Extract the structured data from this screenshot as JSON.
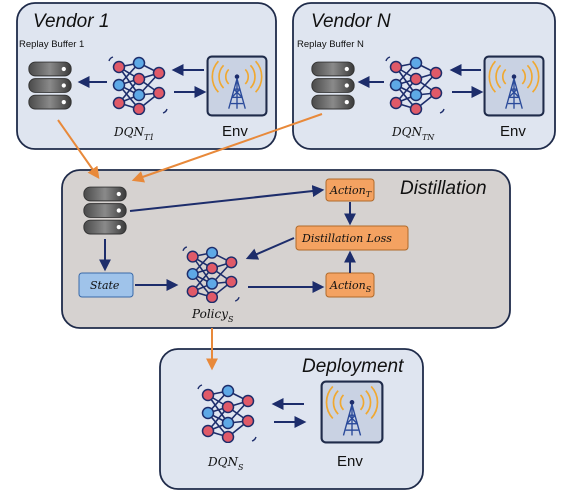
{
  "vendor1": {
    "title": "Vendor 1",
    "buffer_label": "Replay Buffer 1",
    "model_main": "DQN",
    "model_sub": "T1",
    "env_label": "Env"
  },
  "vendorN": {
    "title": "Vendor N",
    "buffer_label": "Replay Buffer N",
    "model_main": "DQN",
    "model_sub": "TN",
    "env_label": "Env"
  },
  "distillation": {
    "title": "Distillation",
    "action_t_main": "Action",
    "action_t_sub": "T",
    "loss_label": "Distillation Loss",
    "action_s_main": "Action",
    "action_s_sub": "S",
    "state_label": "State",
    "policy_main": "Policy",
    "policy_sub": "S"
  },
  "deployment": {
    "title": "Deployment",
    "model_main": "DQN",
    "model_sub": "S",
    "env_label": "Env"
  },
  "colors": {
    "panel_blue": "#dfe5f0",
    "panel_gray": "#d6d2d0",
    "panel_border": "#1f2b4a",
    "arrow_navy": "#1d2d6b",
    "arrow_orange": "#e8893a",
    "box_orange": "#f4a261",
    "box_blue": "#9fc3ea"
  }
}
